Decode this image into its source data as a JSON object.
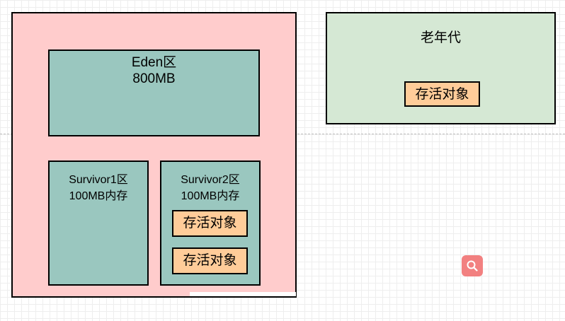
{
  "diagram": {
    "young_generation": {
      "eden": {
        "name": "Eden区",
        "size": "800MB"
      },
      "survivor1": {
        "name": "Survivor1区",
        "size": "100MB内存"
      },
      "survivor2": {
        "name": "Survivor2区",
        "size": "100MB内存",
        "objects": [
          "存活对象",
          "存活对象"
        ]
      }
    },
    "old_generation": {
      "title": "老年代",
      "objects": [
        "存活对象"
      ]
    }
  },
  "toolbar": {
    "search_icon": "search-icon"
  },
  "colors": {
    "young_generation_bg": "#ffcccc",
    "region_bg": "#9ac7bf",
    "old_generation_bg": "#d5e8d4",
    "object_bg": "#ffcc99",
    "search_button_bg": "#f28080"
  }
}
